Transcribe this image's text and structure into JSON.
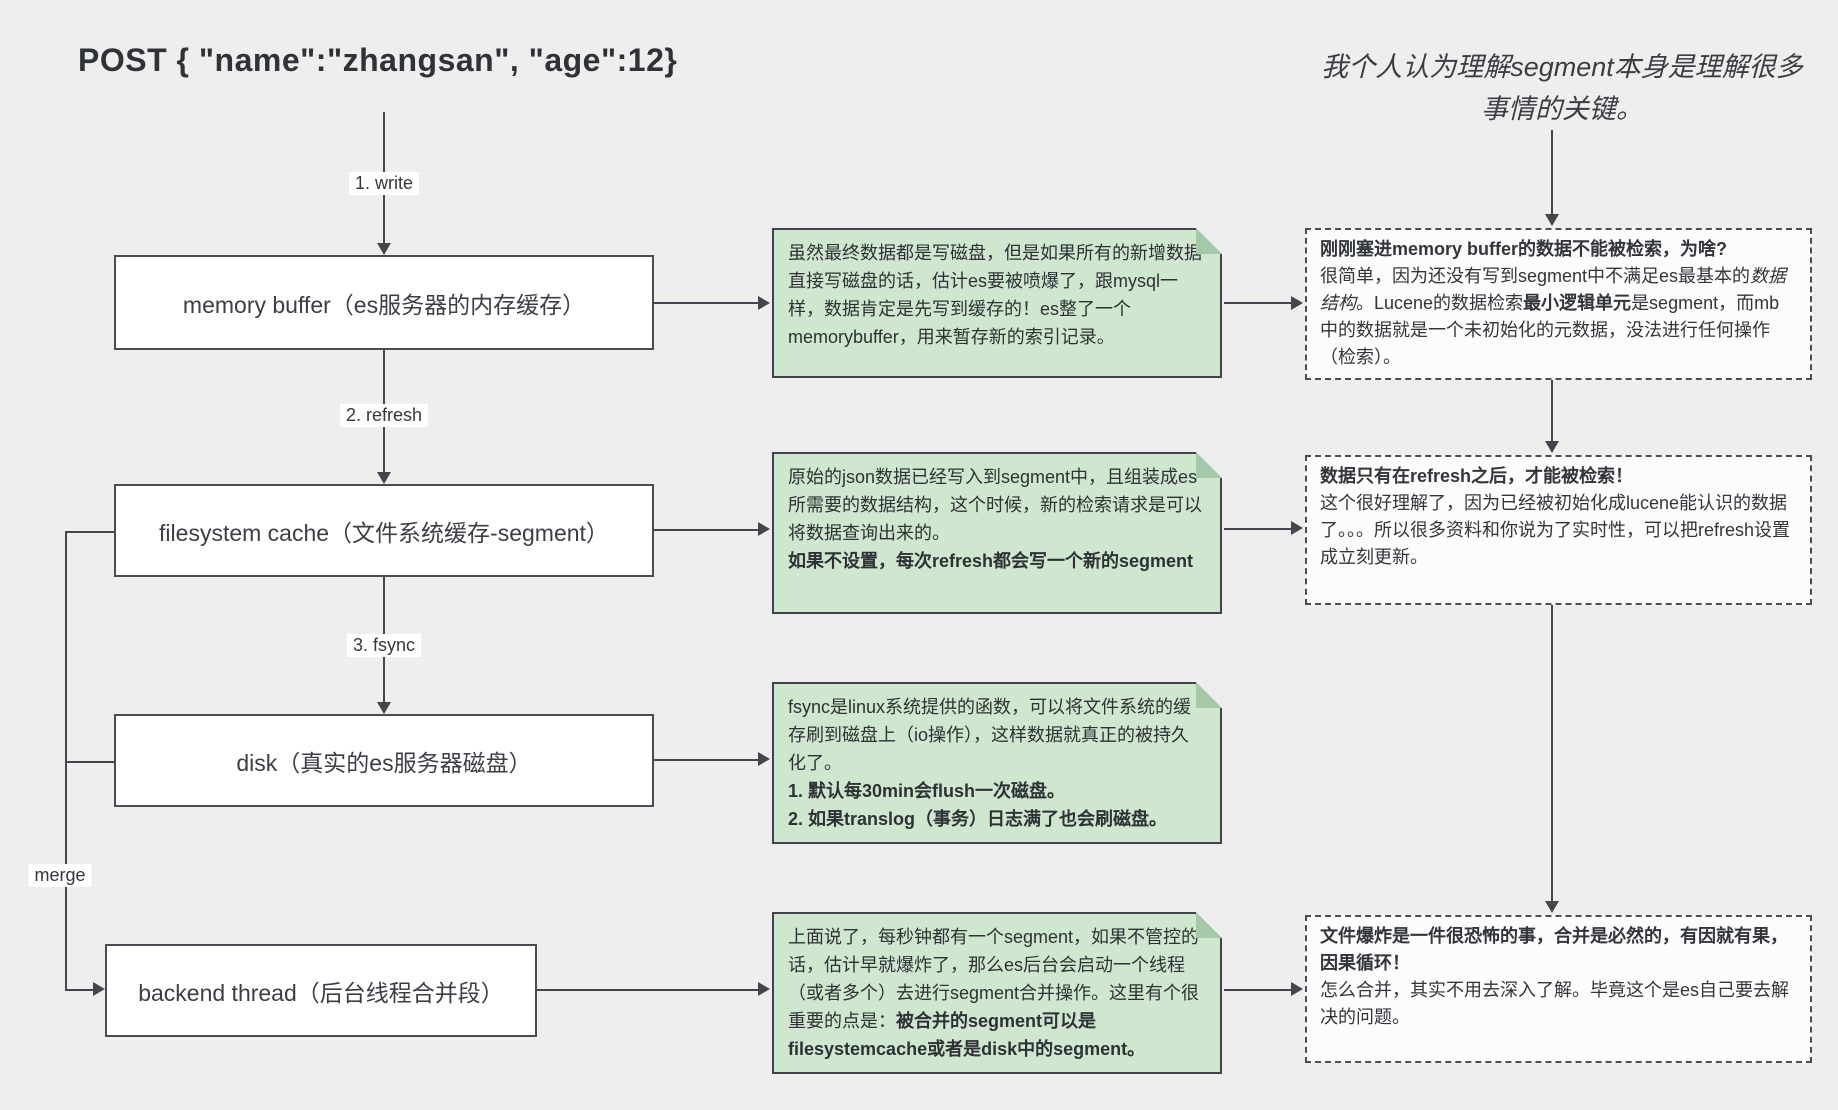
{
  "colors": {
    "background": "#eeeeee",
    "box_fill": "#ffffff",
    "green_note_fill": "#cfe6cf",
    "green_note_fold": "#a5c8a6",
    "dashed_note_fill": "#fcfcfc",
    "stroke": "#43464c"
  },
  "title": "POST  { \"name\":\"zhangsan\", \"age\":12}",
  "quote": "我个人认为理解segment本身是理解很多事情的关键。",
  "flow": {
    "edge_labels": {
      "write": "1. write",
      "refresh": "2. refresh",
      "fsync": "3. fsync",
      "merge": "merge"
    },
    "boxes": [
      {
        "id": "memory-buffer",
        "label": "memory buffer（es服务器的内存缓存）"
      },
      {
        "id": "filesystem-cache",
        "label": "filesystem cache（文件系统缓存-segment）"
      },
      {
        "id": "disk",
        "label": "disk（真实的es服务器磁盘）"
      },
      {
        "id": "backend-thread",
        "label": "backend thread（后台线程合并段）"
      }
    ]
  },
  "green_notes": [
    {
      "segments": [
        {
          "text": "虽然最终数据都是写磁盘，但是如果所有的新增数据直接写磁盘的话，估计es要被喷爆了，跟mysql一样，数据肯定是先写到缓存的！es整了一个memorybuffer，用来暂存新的索引记录。"
        }
      ]
    },
    {
      "segments": [
        {
          "text": "原始的json数据已经写入到segment中，且组装成es所需要的数据结构，这个时候，新的检索请求是可以将数据查询出来的。"
        },
        {
          "text": "如果不设置，每次refresh都会写一个新的segment",
          "bold": true,
          "block": true
        }
      ]
    },
    {
      "segments": [
        {
          "text": "fsync是linux系统提供的函数，可以将文件系统的缓存刷到磁盘上（io操作），这样数据就真正的被持久化了。"
        },
        {
          "text": "1. 默认每30min会flush一次磁盘。",
          "bold": true,
          "block": true
        },
        {
          "text": "2. 如果translog（事务）日志满了也会刷磁盘。",
          "bold": true,
          "block": true
        }
      ]
    },
    {
      "segments": [
        {
          "text": "上面说了，每秒钟都有一个segment，如果不管控的话，估计早就爆炸了，那么es后台会启动一个线程（或者多个）去进行segment合并操作。这里有个很重要的点是："
        },
        {
          "text": "被合并的segment可以是filesystemcache或者是disk中的segment。",
          "bold": true
        }
      ]
    }
  ],
  "dashed_notes": [
    {
      "segments": [
        {
          "text": "刚刚塞进memory buffer的数据不能被检索，为啥?",
          "bold": true,
          "block": true
        },
        {
          "text": "很简单，因为还没有写到segment中不满足es最基本的"
        },
        {
          "text": "数据结构",
          "italic": true
        },
        {
          "text": "。Lucene的数据检索"
        },
        {
          "text": "最小逻辑单元",
          "bold": true
        },
        {
          "text": "是segment，而mb中的数据就是一个未初始化的元数据，没法进行任何操作（检索）。"
        }
      ]
    },
    {
      "segments": [
        {
          "text": "数据只有在refresh之后，才能被检索！",
          "bold": true,
          "block": true
        },
        {
          "text": "这个很好理解了，因为已经被初始化成lucene能认识的数据了。。。所以很多资料和你说为了实时性，可以把refresh设置成立刻更新。"
        }
      ]
    },
    {
      "segments": [
        {
          "text": "文件爆炸是一件很恐怖的事，合并是必然的，有因就有果，因果循环！",
          "bold": true,
          "block": true
        },
        {
          "text": "怎么合并，其实不用去深入了解。毕竟这个是es自己要去解决的问题。"
        }
      ]
    }
  ]
}
